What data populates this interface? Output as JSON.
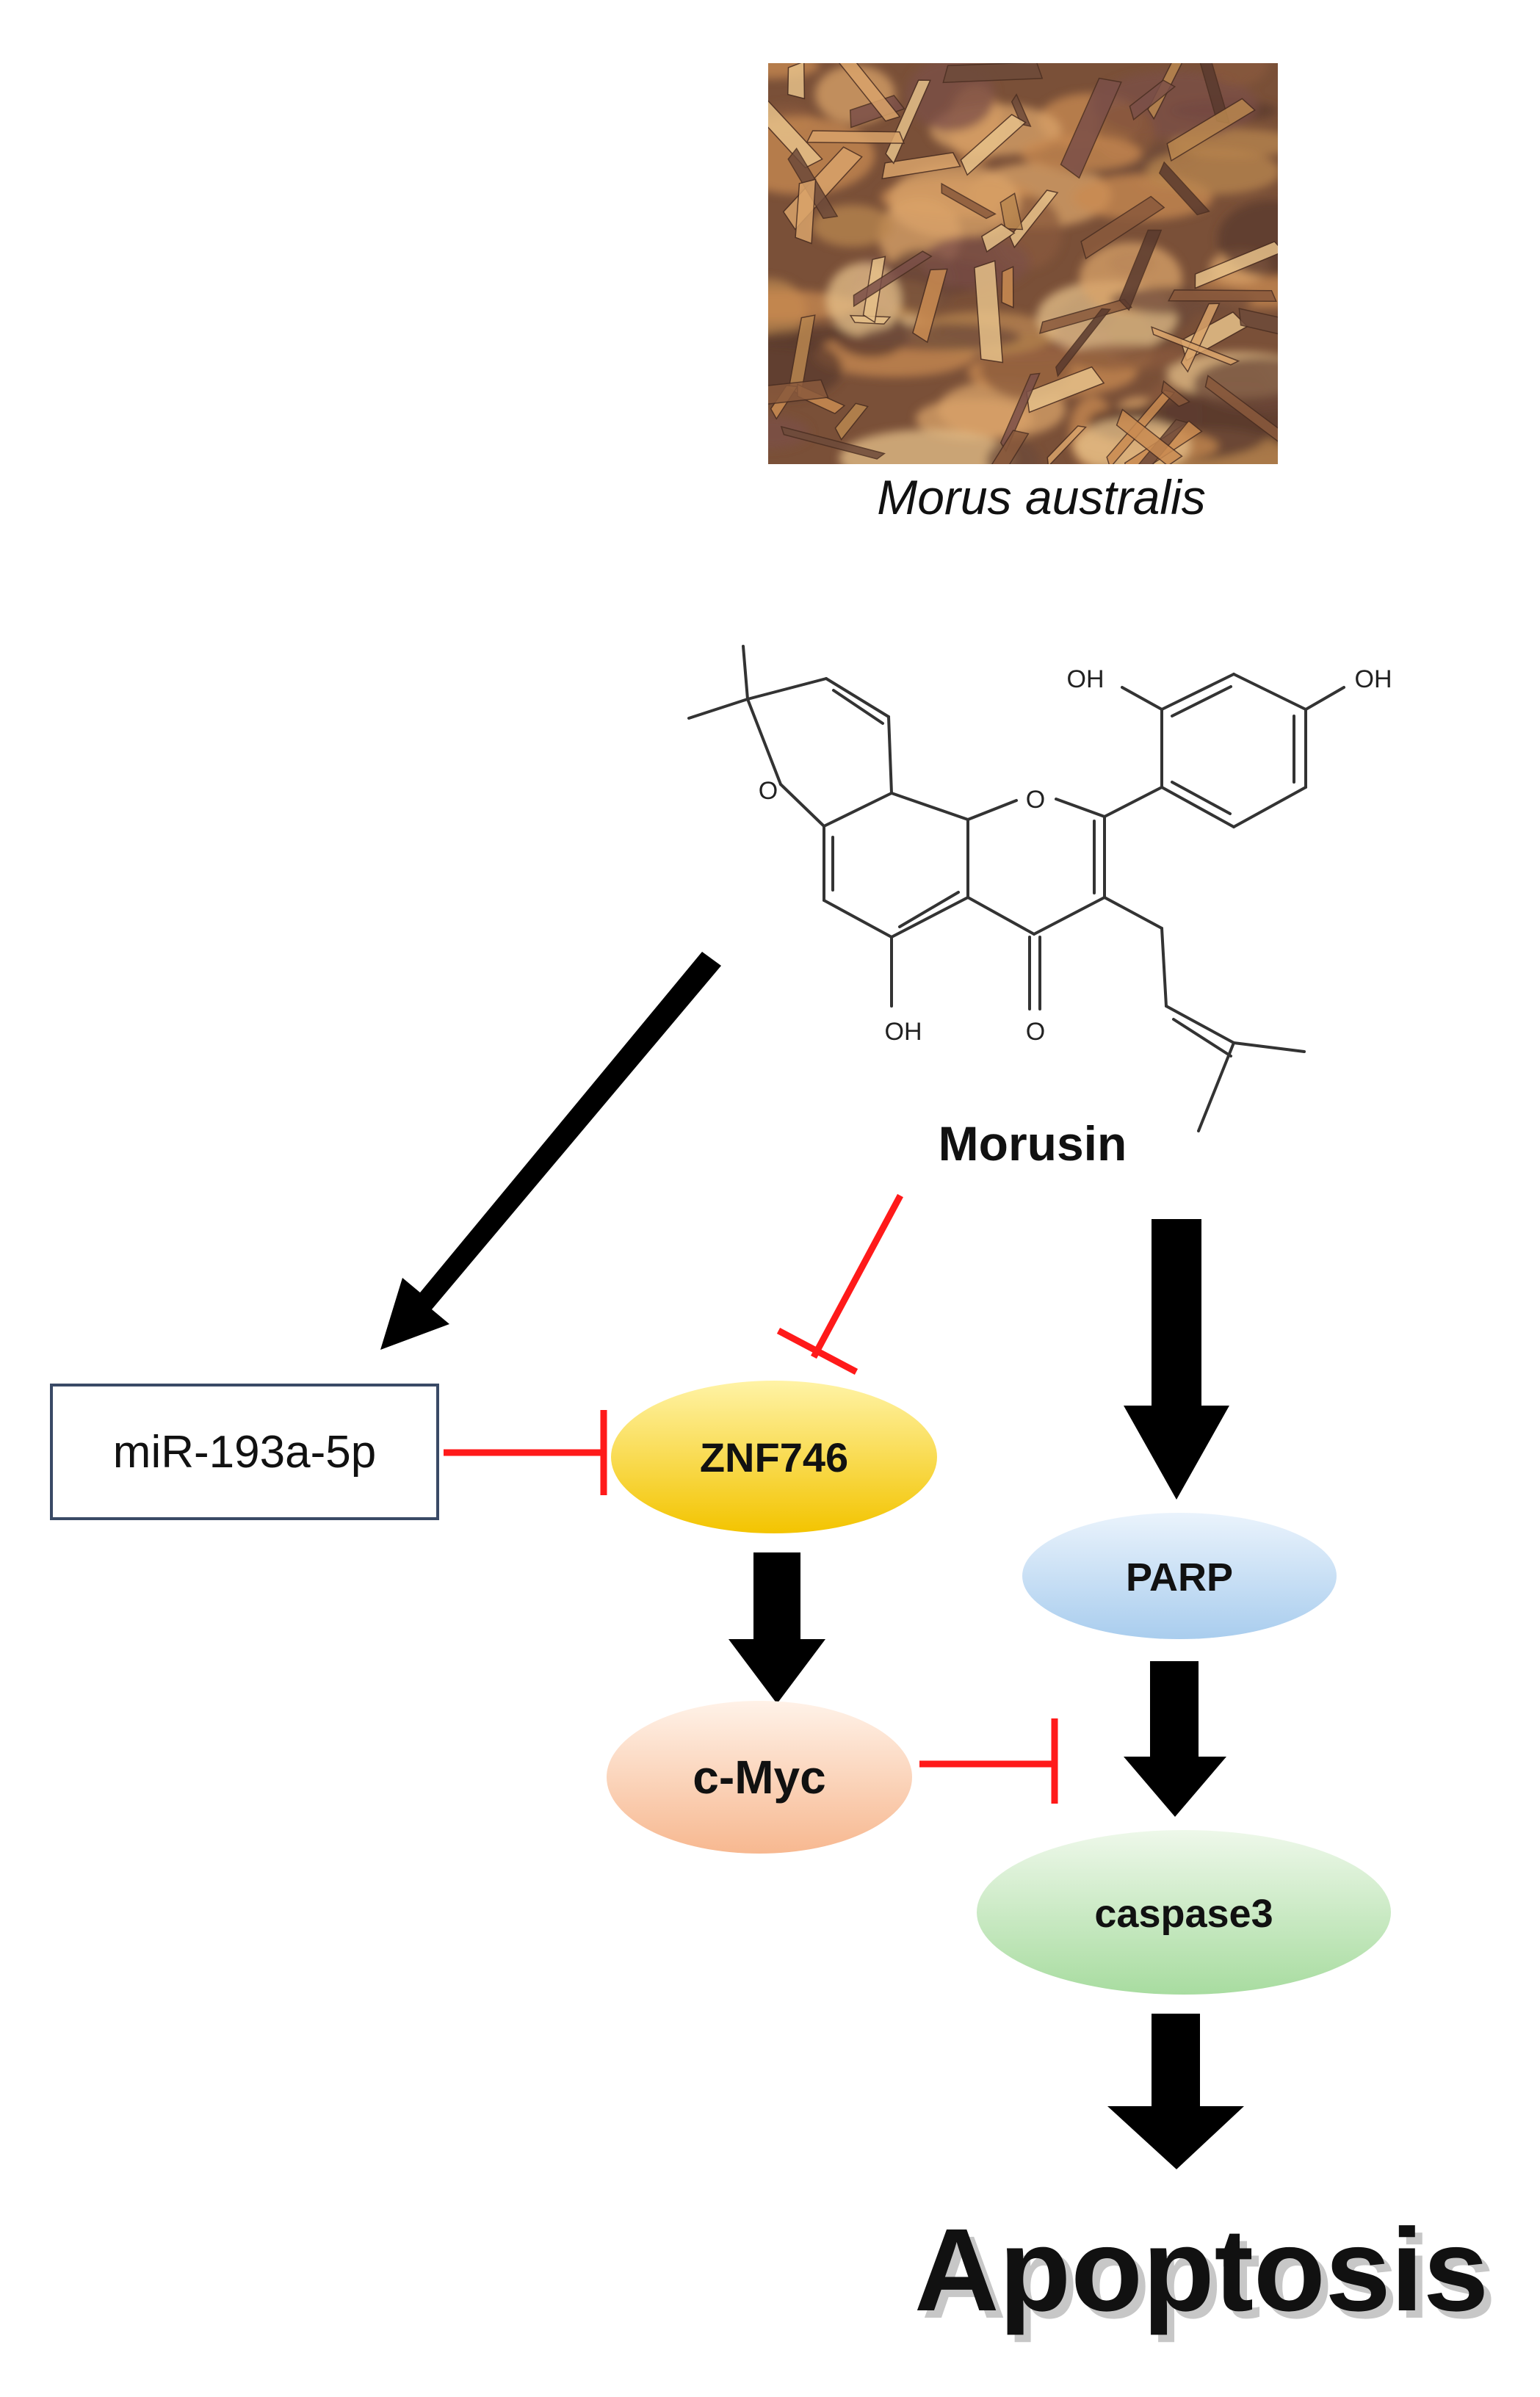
{
  "photo": {
    "caption": "Morus australis",
    "palette": [
      "#8a5a3c",
      "#c98b52",
      "#6e4a3a",
      "#b9874f",
      "#d9a36a",
      "#7b4f48",
      "#e6c089",
      "#5a3a2e"
    ]
  },
  "molecule": {
    "name": "Morusin",
    "labels": {
      "oh_top_left": "OH",
      "oh_top_right": "OH",
      "oh_bottom": "OH",
      "carbonyl_o": "O",
      "ring_o_left": "O",
      "ring_o_center": "O"
    }
  },
  "nodes": {
    "mir": {
      "label": "miR-193a-5p"
    },
    "znf746": {
      "label": "ZNF746",
      "color_top": "#fff3a6",
      "color_bottom": "#f3c400"
    },
    "cmyc": {
      "label": "c-Myc",
      "color_top": "#fff2e8",
      "color_bottom": "#f7b890"
    },
    "parp": {
      "label": "PARP",
      "color_top": "#eaf3fc",
      "color_bottom": "#a9cdee"
    },
    "caspase3": {
      "label": "caspase3",
      "color_top": "#eef8ea",
      "color_bottom": "#a8dca0"
    }
  },
  "outcome": {
    "label": "Apoptosis"
  },
  "edges": [
    {
      "from": "Morusin",
      "to": "miR-193a-5p",
      "type": "activation"
    },
    {
      "from": "Morusin",
      "to": "ZNF746",
      "type": "inhibition"
    },
    {
      "from": "Morusin",
      "to": "PARP",
      "type": "activation"
    },
    {
      "from": "miR-193a-5p",
      "to": "ZNF746",
      "type": "inhibition"
    },
    {
      "from": "ZNF746",
      "to": "c-Myc",
      "type": "activation"
    },
    {
      "from": "PARP",
      "to": "caspase3",
      "type": "activation"
    },
    {
      "from": "c-Myc",
      "to": "caspase3",
      "type": "inhibition"
    },
    {
      "from": "caspase3",
      "to": "Apoptosis",
      "type": "activation"
    }
  ],
  "colors": {
    "activation": "#000000",
    "inhibition": "#ff1a1a",
    "bond": "#333333"
  }
}
